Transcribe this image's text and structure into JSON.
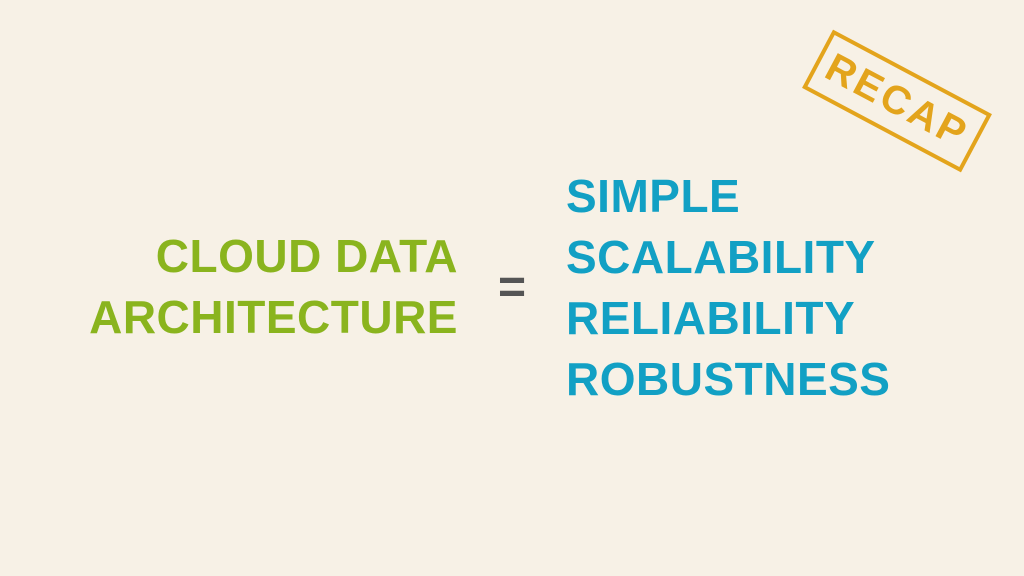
{
  "slide": {
    "left_term": {
      "line1": "CLOUD DATA",
      "line2": "ARCHITECTURE"
    },
    "operator": "=",
    "right_items": [
      "SIMPLE",
      "SCALABILITY",
      "RELIABILITY",
      "ROBUSTNESS"
    ],
    "stamp": "RECAP"
  },
  "colors": {
    "background": "#f7f1e6",
    "left_term": "#8ab41e",
    "operator": "#555555",
    "right_items": "#12a0c4",
    "stamp": "#e3a41c"
  }
}
